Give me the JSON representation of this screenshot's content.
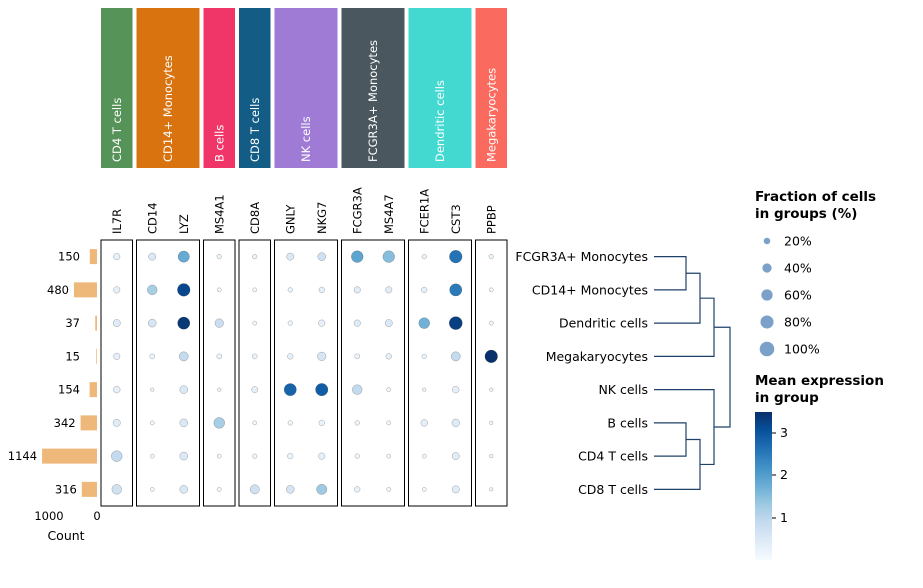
{
  "chart_data": {
    "type": "dotplot",
    "title": "",
    "genes": [
      "IL7R",
      "CD14",
      "LYZ",
      "MS4A1",
      "CD8A",
      "GNLY",
      "NKG7",
      "FCGR3A",
      "MS4A7",
      "FCER1A",
      "CST3",
      "PPBP"
    ],
    "groups": [
      {
        "label": "CD4 T cells",
        "color": "#569358",
        "n_genes": 1
      },
      {
        "label": "CD14+ Monocytes",
        "color": "#d9730f",
        "n_genes": 2
      },
      {
        "label": "B cells",
        "color": "#f03569",
        "n_genes": 1
      },
      {
        "label": "CD8 T cells",
        "color": "#135c85",
        "n_genes": 1
      },
      {
        "label": "NK cells",
        "color": "#a07bd6",
        "n_genes": 2
      },
      {
        "label": "FCGR3A+ Monocytes",
        "color": "#4a575e",
        "n_genes": 2
      },
      {
        "label": "Dendritic cells",
        "color": "#43d8d0",
        "n_genes": 2
      },
      {
        "label": "Megakaryocytes",
        "color": "#fa6a5f",
        "n_genes": 1
      }
    ],
    "rows": [
      {
        "label": "FCGR3A+ Monocytes",
        "count": 150
      },
      {
        "label": "CD14+ Monocytes",
        "count": 480
      },
      {
        "label": "Dendritic cells",
        "count": 37
      },
      {
        "label": "Megakaryocytes",
        "count": 15
      },
      {
        "label": "NK cells",
        "count": 154
      },
      {
        "label": "B cells",
        "count": 342
      },
      {
        "label": "CD4 T cells",
        "count": 1144
      },
      {
        "label": "CD8 T cells",
        "count": 316
      }
    ],
    "fraction_pct": [
      [
        20,
        25,
        60,
        10,
        10,
        25,
        30,
        65,
        65,
        10,
        75,
        10
      ],
      [
        20,
        45,
        75,
        8,
        8,
        10,
        15,
        20,
        20,
        15,
        70,
        8
      ],
      [
        25,
        30,
        70,
        35,
        8,
        10,
        20,
        20,
        25,
        55,
        80,
        8
      ],
      [
        20,
        12,
        40,
        12,
        12,
        15,
        35,
        12,
        15,
        10,
        40,
        75
      ],
      [
        22,
        6,
        30,
        6,
        18,
        70,
        72,
        45,
        8,
        6,
        22,
        6
      ],
      [
        25,
        8,
        30,
        55,
        8,
        10,
        15,
        10,
        8,
        22,
        28,
        6
      ],
      [
        55,
        8,
        30,
        8,
        10,
        15,
        20,
        10,
        8,
        8,
        25,
        6
      ],
      [
        45,
        8,
        30,
        8,
        40,
        30,
        50,
        15,
        8,
        8,
        25,
        6
      ]
    ],
    "mean_expression": [
      [
        0.3,
        0.5,
        1.8,
        0.2,
        0.2,
        0.5,
        0.7,
        1.9,
        1.5,
        0.2,
        2.6,
        0.2
      ],
      [
        0.3,
        1.2,
        3.2,
        0.1,
        0.1,
        0.2,
        0.3,
        0.4,
        0.4,
        0.3,
        2.5,
        0.1
      ],
      [
        0.4,
        0.6,
        3.4,
        0.8,
        0.1,
        0.2,
        0.3,
        0.4,
        0.5,
        1.7,
        3.3,
        0.1
      ],
      [
        0.3,
        0.2,
        0.9,
        0.2,
        0.2,
        0.3,
        0.6,
        0.2,
        0.3,
        0.2,
        0.9,
        3.5
      ],
      [
        0.3,
        0.1,
        0.5,
        0.1,
        0.3,
        2.8,
        2.9,
        0.9,
        0.1,
        0.1,
        0.3,
        0.1
      ],
      [
        0.4,
        0.1,
        0.5,
        1.2,
        0.1,
        0.15,
        0.2,
        0.15,
        0.1,
        0.35,
        0.45,
        0.1
      ],
      [
        0.9,
        0.1,
        0.5,
        0.1,
        0.15,
        0.2,
        0.3,
        0.15,
        0.1,
        0.1,
        0.4,
        0.1
      ],
      [
        0.7,
        0.1,
        0.5,
        0.1,
        0.7,
        0.6,
        1.3,
        0.25,
        0.1,
        0.1,
        0.4,
        0.1
      ]
    ],
    "expression_max": 3.5,
    "bar_axis": {
      "ticks": [
        "1000",
        "0"
      ],
      "label": "Count"
    },
    "legend": {
      "fraction_title_line1": "Fraction of cells",
      "fraction_title_line2": "in groups (%)",
      "size_values": [
        20,
        40,
        60,
        80,
        100
      ],
      "size_labels": [
        "20%",
        "40%",
        "60%",
        "80%",
        "100%"
      ],
      "mean_title_line1": "Mean expression",
      "mean_title_line2": "in group",
      "colorbar_ticks": [
        "3",
        "2",
        "1"
      ],
      "colorbar_tick_values": [
        3,
        2,
        1
      ]
    },
    "colors": {
      "bar": "#edb879",
      "legend_dot": "#6d97c2",
      "dendrogram": "#1f4068",
      "colormap": "Blues"
    }
  }
}
